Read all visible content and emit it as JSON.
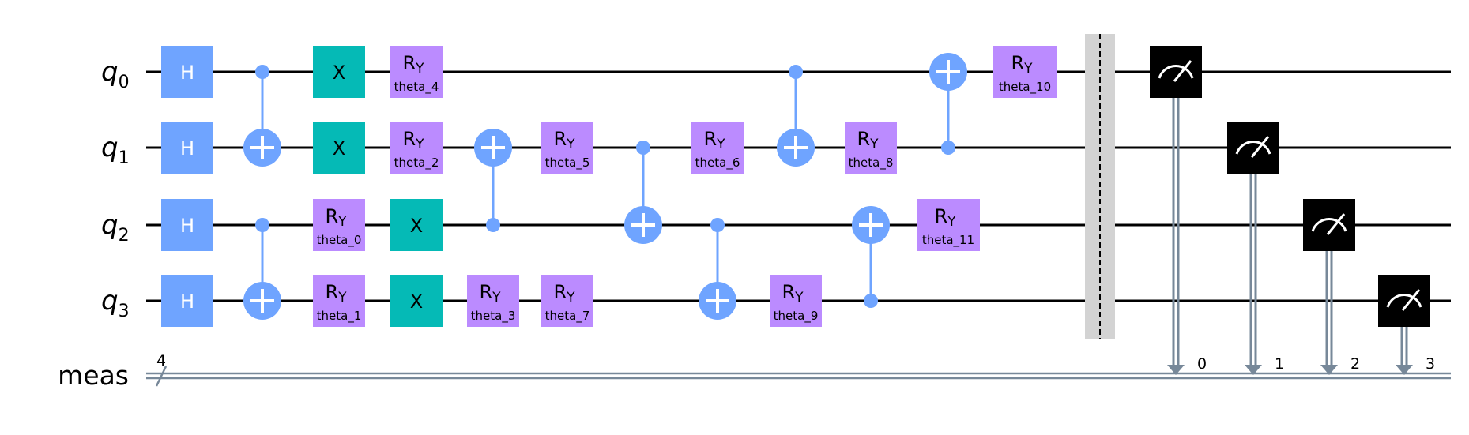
{
  "qubits": [
    {
      "letter": "q",
      "index": "0"
    },
    {
      "letter": "q",
      "index": "1"
    },
    {
      "letter": "q",
      "index": "2"
    },
    {
      "letter": "q",
      "index": "3"
    }
  ],
  "classical": {
    "label": "meas",
    "width_label": "4",
    "bits": [
      "0",
      "1",
      "2",
      "3"
    ]
  },
  "colors": {
    "wire": "#000000",
    "hadamard": "#6fa4ff",
    "pauli_x": "#05bab6",
    "rotation": "#bb8bff",
    "cnot": "#6fa4ff",
    "measure": "#000000",
    "classical_wire": "#778899",
    "barrier": "#d3d3d3"
  },
  "gate_text": {
    "h": "H",
    "x": "X",
    "ry_main": "R",
    "ry_sub": "Y"
  },
  "gates": [
    {
      "type": "h",
      "col": 0,
      "q": 0
    },
    {
      "type": "h",
      "col": 0,
      "q": 1
    },
    {
      "type": "h",
      "col": 0,
      "q": 2
    },
    {
      "type": "h",
      "col": 0,
      "q": 3
    },
    {
      "type": "cx",
      "col": 1,
      "control": 0,
      "target": 1
    },
    {
      "type": "cx",
      "col": 1,
      "control": 2,
      "target": 3
    },
    {
      "type": "x",
      "col": 2,
      "q": 0
    },
    {
      "type": "x",
      "col": 2,
      "q": 1
    },
    {
      "type": "ry",
      "col": 2,
      "q": 2,
      "param": "theta_0"
    },
    {
      "type": "ry",
      "col": 2,
      "q": 3,
      "param": "theta_1"
    },
    {
      "type": "ry",
      "col": 3,
      "q": 0,
      "param": "theta_4"
    },
    {
      "type": "ry",
      "col": 3,
      "q": 1,
      "param": "theta_2"
    },
    {
      "type": "x",
      "col": 3,
      "q": 2
    },
    {
      "type": "x",
      "col": 3,
      "q": 3
    },
    {
      "type": "cx",
      "col": 4,
      "control": 2,
      "target": 1
    },
    {
      "type": "ry",
      "col": 4,
      "q": 3,
      "param": "theta_3"
    },
    {
      "type": "ry",
      "col": 5,
      "q": 1,
      "param": "theta_5"
    },
    {
      "type": "ry",
      "col": 5,
      "q": 3,
      "param": "theta_7"
    },
    {
      "type": "cx",
      "col": 6,
      "control": 1,
      "target": 2
    },
    {
      "type": "ry",
      "col": 7,
      "q": 1,
      "param": "theta_6"
    },
    {
      "type": "cx",
      "col": 7,
      "control": 2,
      "target": 3
    },
    {
      "type": "cx",
      "col": 8,
      "control": 0,
      "target": 1
    },
    {
      "type": "ry",
      "col": 8,
      "q": 3,
      "param": "theta_9"
    },
    {
      "type": "ry",
      "col": 9,
      "q": 1,
      "param": "theta_8"
    },
    {
      "type": "cx",
      "col": 9,
      "control": 3,
      "target": 2
    },
    {
      "type": "cx",
      "col": 10,
      "control": 1,
      "target": 0
    },
    {
      "type": "ry",
      "col": 10,
      "q": 2,
      "param": "theta_11"
    },
    {
      "type": "ry",
      "col": 11,
      "q": 0,
      "param": "theta_10"
    },
    {
      "type": "measure",
      "col": 13,
      "q": 0,
      "bit": 0
    },
    {
      "type": "measure",
      "col": 14,
      "q": 1,
      "bit": 1
    },
    {
      "type": "measure",
      "col": 15,
      "q": 2,
      "bit": 2
    },
    {
      "type": "measure",
      "col": 16,
      "q": 3,
      "bit": 3
    }
  ],
  "barrier_col": 12
}
